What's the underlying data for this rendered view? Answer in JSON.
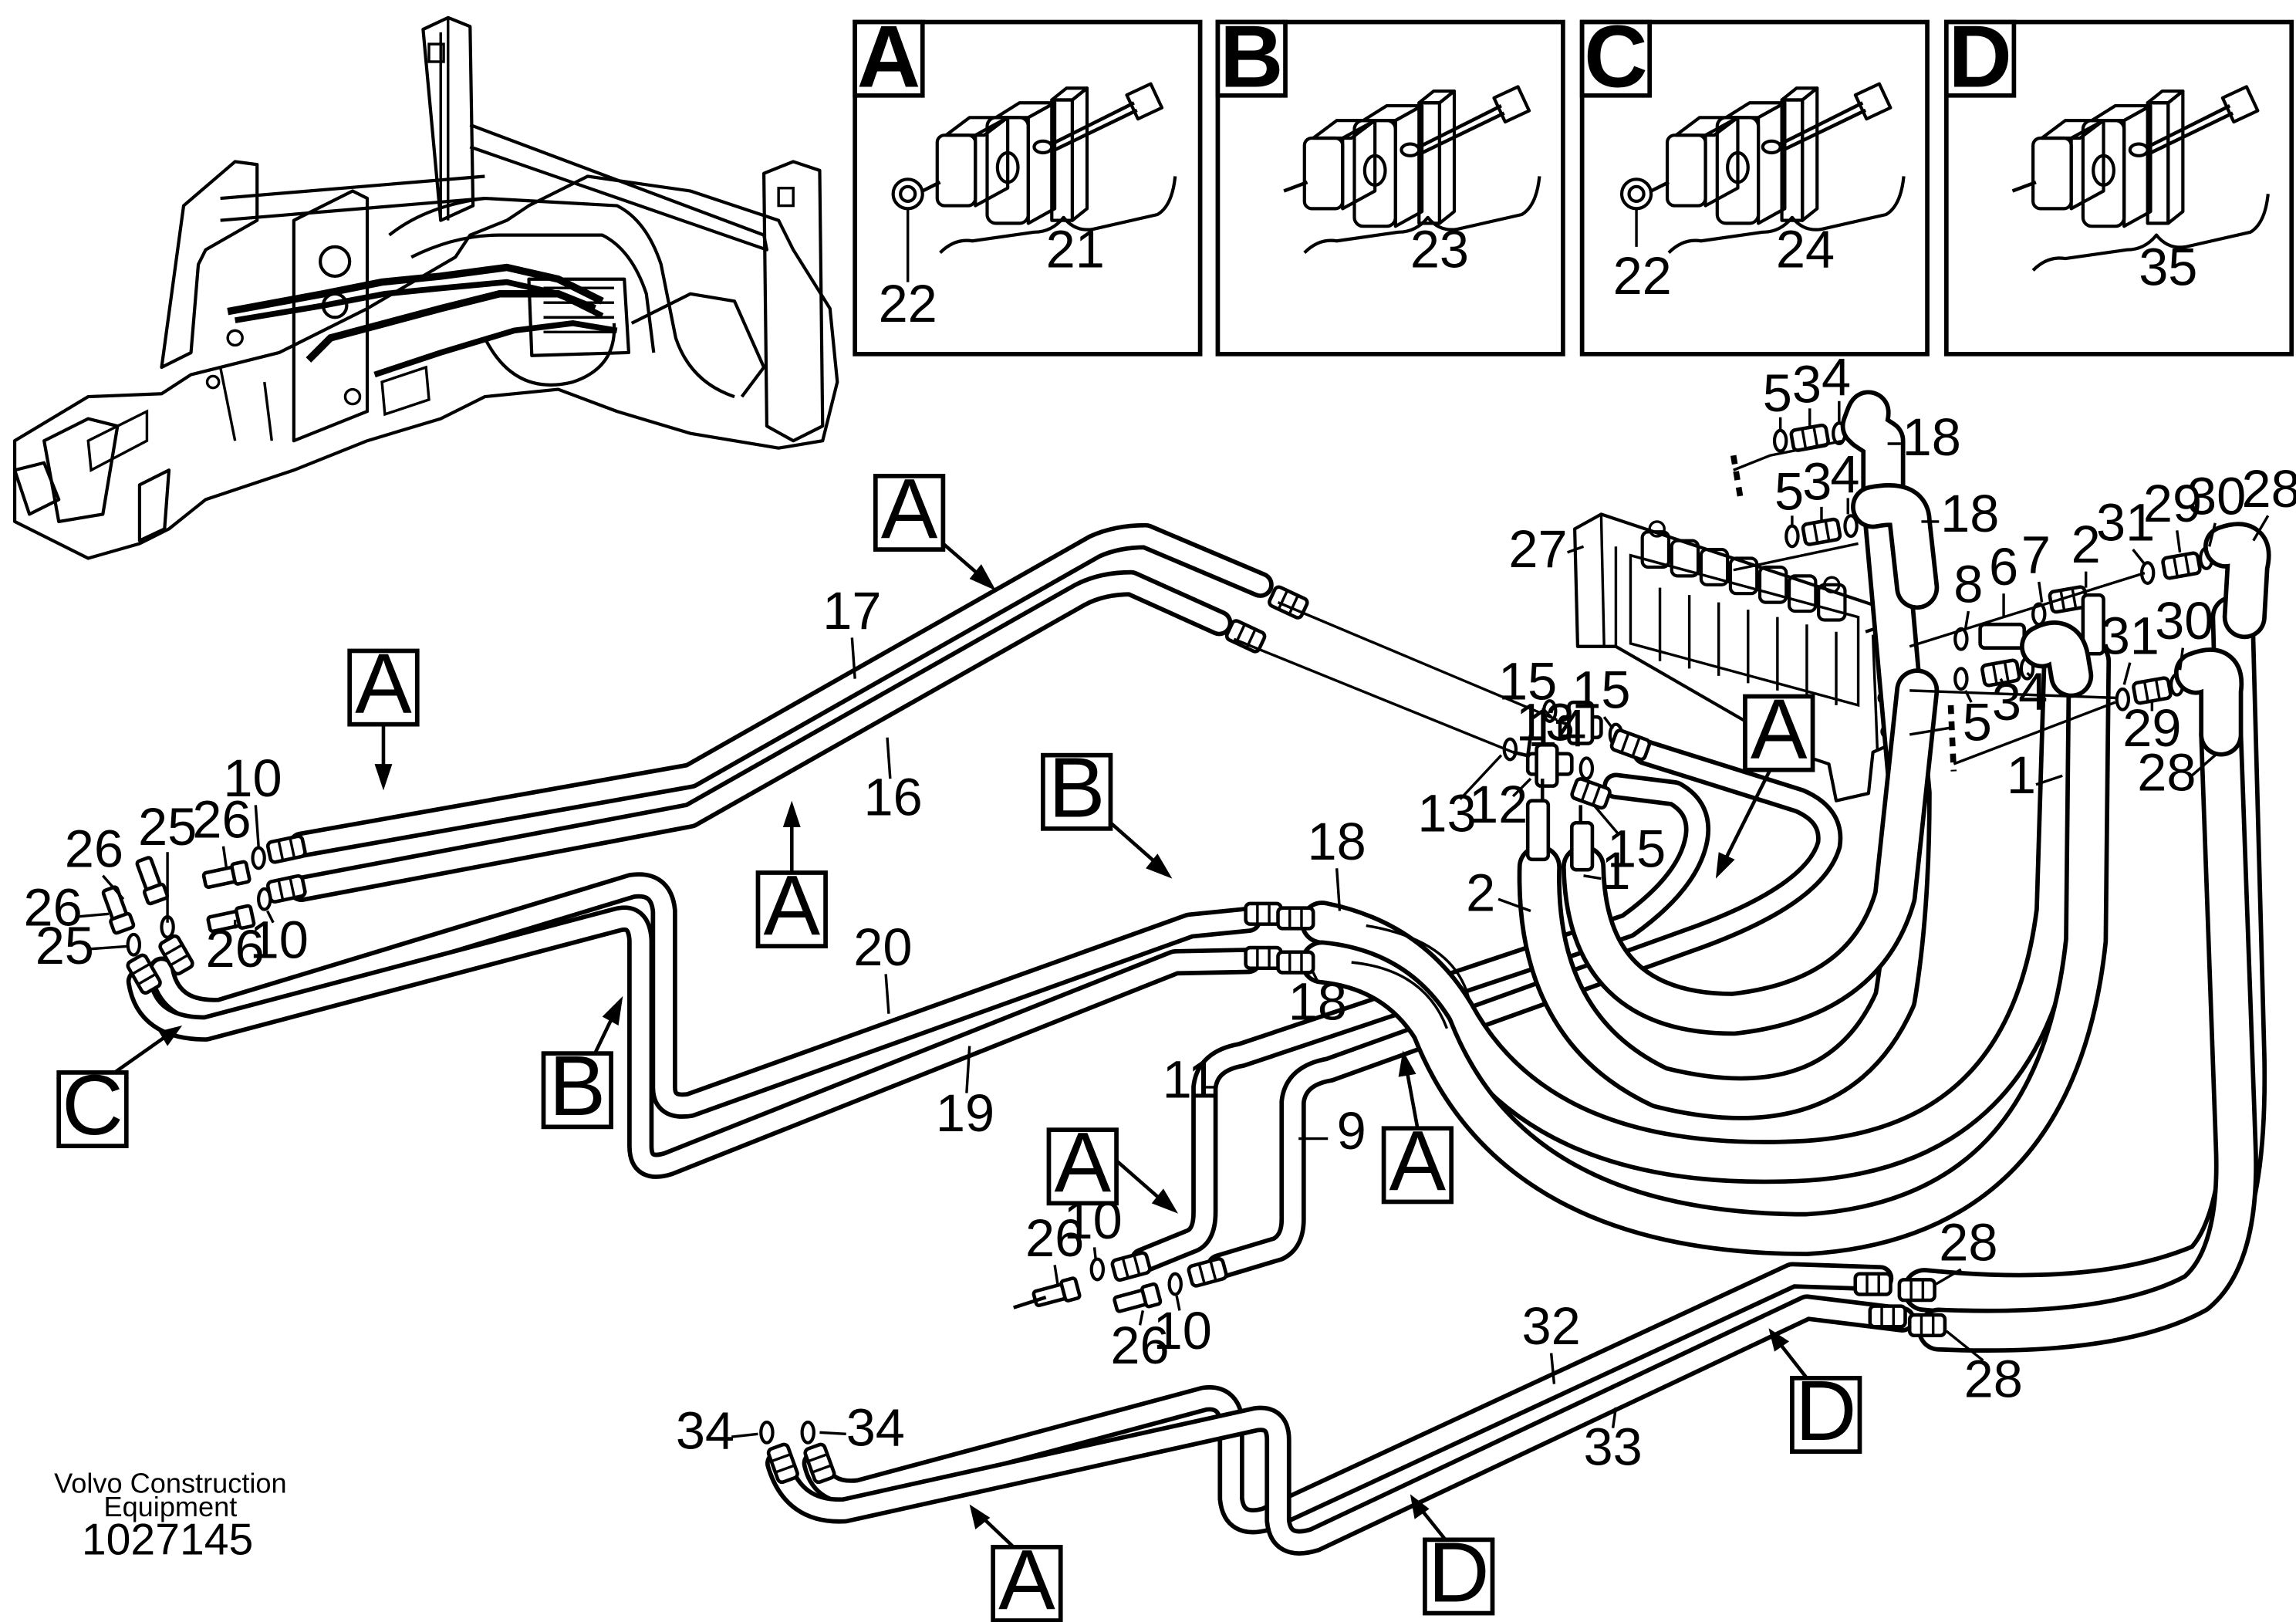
{
  "detail_views": [
    {
      "letter": "A",
      "part_labels": [
        "21",
        "22"
      ]
    },
    {
      "letter": "B",
      "part_labels": [
        "23"
      ]
    },
    {
      "letter": "C",
      "part_labels": [
        "24",
        "22"
      ]
    },
    {
      "letter": "D",
      "part_labels": [
        "35"
      ]
    }
  ],
  "callout_letters": {
    "a": "A",
    "b": "B",
    "c": "C",
    "d": "D"
  },
  "part_numbers": {
    "p1": "1",
    "p2": "2",
    "p3": "3",
    "p4": "4",
    "p5": "5",
    "p6": "6",
    "p7": "7",
    "p8": "8",
    "p9": "9",
    "p10": "10",
    "p11": "11",
    "p12": "12",
    "p13": "13",
    "p14": "14",
    "p15": "15",
    "p16": "16",
    "p17": "17",
    "p18": "18",
    "p19": "19",
    "p20": "20",
    "p25": "25",
    "p26": "26",
    "p27": "27",
    "p28": "28",
    "p29": "29",
    "p30": "30",
    "p31": "31",
    "p32": "32",
    "p33": "33",
    "p34": "34"
  },
  "footer": {
    "credit_line1": "Volvo Construction",
    "credit_line2": "Equipment",
    "drawing_number": "1027145"
  }
}
